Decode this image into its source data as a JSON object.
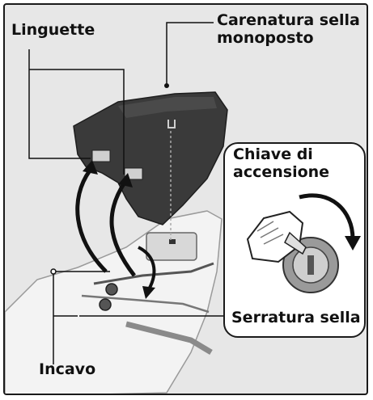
{
  "labels": {
    "tabs": "Linguette",
    "cowl": "Carenatura sella\nmonoposto",
    "ignition_key": "Chiave di\naccensione",
    "seat_lock": "Serratura sella",
    "recess": "Incavo"
  },
  "colors": {
    "background": "#e7e7e7",
    "cowl": "#3a3a3a",
    "arrow": "#111111",
    "frame": "#1a1a1a"
  }
}
